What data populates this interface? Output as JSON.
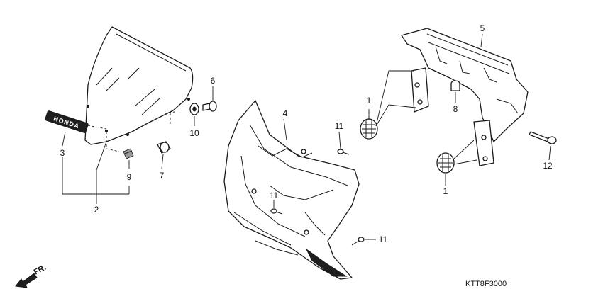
{
  "diagram_code": "KTT8F3000",
  "direction_label": "FR.",
  "emblem_text": "HONDA",
  "callouts": {
    "c1a": "1",
    "c1b": "1",
    "c2": "2",
    "c3": "3",
    "c4": "4",
    "c5": "5",
    "c6": "6",
    "c7": "7",
    "c8": "8",
    "c9": "9",
    "c10": "10",
    "c11a": "11",
    "c11b": "11",
    "c11c": "11",
    "c12": "12"
  }
}
